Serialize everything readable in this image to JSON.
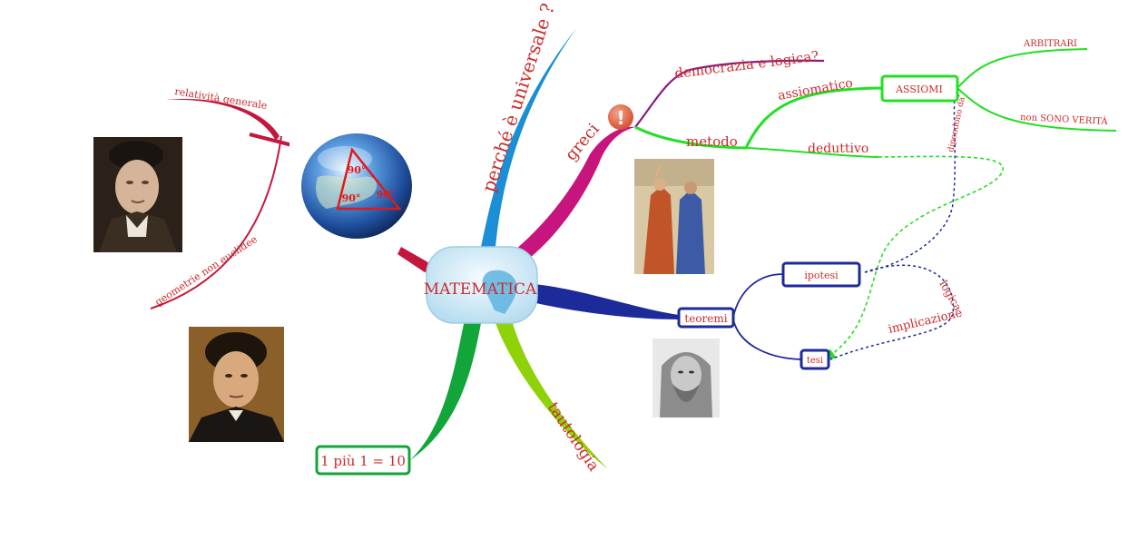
{
  "central": {
    "label": "MATEMATICA"
  },
  "branches": {
    "universale": "perché è universale ?",
    "greci": "greci",
    "democrazia": "democrazia e logica?",
    "metodo": "metodo",
    "assiomatico": "assiomatico",
    "assiomi": "ASSIOMI",
    "arbitrari": "ARBITRARI",
    "non_verita": "non SONO VERITÀ",
    "deduttivo": "deduttivo",
    "teoremi": "teoremi",
    "ipotesi": "ipotesi",
    "tesi": "tesi",
    "implicazione": "implicazione",
    "logica": "logica",
    "dipendono": "dipendono da",
    "tautologia": "tautologia",
    "uno_piu_uno": "1 più 1 = 10",
    "relativita": "relatività generale",
    "non_euclidee": "geometrie non euclidee"
  },
  "globe": {
    "angle_labels": [
      "90°",
      "90°",
      "90°"
    ]
  },
  "icons": {
    "warning": "!"
  },
  "colors": {
    "red_text": "#cc2b2b",
    "blue_branch": "#1a8fd6",
    "magenta_branch": "#c8157e",
    "purple_branch": "#8a1a7e",
    "green_branch": "#22e022",
    "navy_branch": "#1c2a9a",
    "dark_green_branch": "#12a53a",
    "lime_branch": "#8fd20a",
    "crimson_branch": "#c4173d",
    "central_fill": "#d8eef8"
  }
}
